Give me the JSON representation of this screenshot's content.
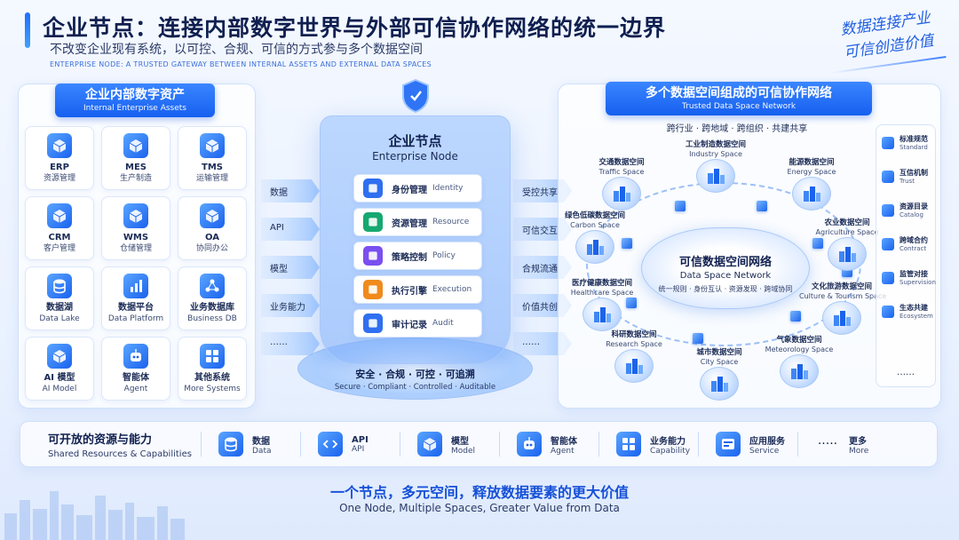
{
  "header": {
    "title": "企业节点：连接内部数字世界与外部可信协作网络的统一边界",
    "subtitle": "不改变企业现有系统，以可控、合规、可信的方式参与多个数据空间",
    "subtitle_en": "ENTERPRISE NODE: A TRUSTED GATEWAY BETWEEN INTERNAL ASSETS AND EXTERNAL DATA SPACES",
    "slogan_line1": "数据连接产业",
    "slogan_line2": "可信创造价值"
  },
  "left_panel": {
    "title_cn": "企业内部数字资产",
    "title_en": "Internal Enterprise Assets",
    "items": [
      {
        "l1": "ERP",
        "l2": "资源管理",
        "icon": "erp-icon"
      },
      {
        "l1": "MES",
        "l2": "生产制造",
        "icon": "factory-icon"
      },
      {
        "l1": "TMS",
        "l2": "运输管理",
        "icon": "truck-icon"
      },
      {
        "l1": "CRM",
        "l2": "客户管理",
        "icon": "crm-icon"
      },
      {
        "l1": "WMS",
        "l2": "仓储管理",
        "icon": "warehouse-icon"
      },
      {
        "l1": "OA",
        "l2": "协同办公",
        "icon": "office-icon"
      },
      {
        "l1": "数据湖",
        "l2": "Data Lake",
        "icon": "database-icon"
      },
      {
        "l1": "数据平台",
        "l2": "Data Platform",
        "icon": "bar-chart-icon"
      },
      {
        "l1": "业务数据库",
        "l2": "Business DB",
        "icon": "network-icon"
      },
      {
        "l1": "AI 模型",
        "l2": "AI Model",
        "icon": "ai-model-icon"
      },
      {
        "l1": "智能体",
        "l2": "Agent",
        "icon": "robot-icon"
      },
      {
        "l1": "其他系统",
        "l2": "More Systems",
        "icon": "grid-icon"
      }
    ]
  },
  "flows_left": [
    "数据",
    "API",
    "模型",
    "业务能力",
    "……"
  ],
  "flows_right": [
    "受控共享",
    "可信交互",
    "合规流通",
    "价值共创",
    "……"
  ],
  "node": {
    "title_cn": "企业节点",
    "title_en": "Enterprise Node",
    "modules": [
      {
        "cn": "身份管理",
        "en": "Identity",
        "color": "#2f6ff0",
        "icon": "identity-icon"
      },
      {
        "cn": "资源管理",
        "en": "Resource",
        "color": "#16a870",
        "icon": "resource-icon"
      },
      {
        "cn": "策略控制",
        "en": "Policy",
        "color": "#7a4ff0",
        "icon": "policy-icon"
      },
      {
        "cn": "执行引擎",
        "en": "Execution",
        "color": "#f08a1c",
        "icon": "execution-icon"
      },
      {
        "cn": "审计记录",
        "en": "Audit",
        "color": "#2f6ff0",
        "icon": "audit-icon"
      }
    ],
    "base_cn": "安全 · 合规 · 可控 · 可追溯",
    "base_en": "Secure · Compliant · Controlled · Auditable"
  },
  "right_panel": {
    "title_cn": "多个数据空间组成的可信协作网络",
    "title_en": "Trusted Data Space Network",
    "tagline": "跨行业 · 跨地域 · 跨组织 · 共建共享",
    "center_cn": "可信数据空间网络",
    "center_en": "Data Space Network",
    "center_desc": "统一规则 · 身份互认 · 资源发现 · 跨域协同",
    "spaces": [
      {
        "cn": "交通数据空间",
        "en": "Traffic Space"
      },
      {
        "cn": "工业制造数据空间",
        "en": "Industry Space"
      },
      {
        "cn": "能源数据空间",
        "en": "Energy Space"
      },
      {
        "cn": "绿色低碳数据空间",
        "en": "Carbon Space"
      },
      {
        "cn": "农业数据空间",
        "en": "Agriculture Space"
      },
      {
        "cn": "医疗健康数据空间",
        "en": "Healthcare Space"
      },
      {
        "cn": "文化旅游数据空间",
        "en": "Culture & Tourism Space"
      },
      {
        "cn": "科研数据空间",
        "en": "Research Space"
      },
      {
        "cn": "城市数据空间",
        "en": "City Space"
      },
      {
        "cn": "气象数据空间",
        "en": "Meteorology Space"
      }
    ],
    "side": [
      {
        "cn": "标准规范",
        "en": "Standard"
      },
      {
        "cn": "互信机制",
        "en": "Trust"
      },
      {
        "cn": "资源目录",
        "en": "Catalog"
      },
      {
        "cn": "跨域合约",
        "en": "Contract"
      },
      {
        "cn": "监管对接",
        "en": "Supervision"
      },
      {
        "cn": "生态共建",
        "en": "Ecosystem"
      }
    ],
    "more": "……"
  },
  "capabilities": {
    "title_cn": "可开放的资源与能力",
    "title_en": "Shared Resources & Capabilities",
    "items": [
      {
        "cn": "数据",
        "en": "Data",
        "icon": "database-icon"
      },
      {
        "cn": "API",
        "en": "API",
        "icon": "code-icon"
      },
      {
        "cn": "模型",
        "en": "Model",
        "icon": "cube-icon"
      },
      {
        "cn": "智能体",
        "en": "Agent",
        "icon": "robot-icon"
      },
      {
        "cn": "业务能力",
        "en": "Capability",
        "icon": "grid-icon"
      },
      {
        "cn": "应用服务",
        "en": "Service",
        "icon": "app-icon"
      },
      {
        "cn": "更多",
        "en": "More",
        "icon": "more-icon"
      }
    ]
  },
  "footer": {
    "cn": "一个节点，多元空间，释放数据要素的更大价值",
    "en": "One Node, Multiple Spaces, Greater Value from Data"
  },
  "colors": {
    "accent": "#1f6fff",
    "dark": "#0f1f4f",
    "light": "#eaf2ff"
  }
}
